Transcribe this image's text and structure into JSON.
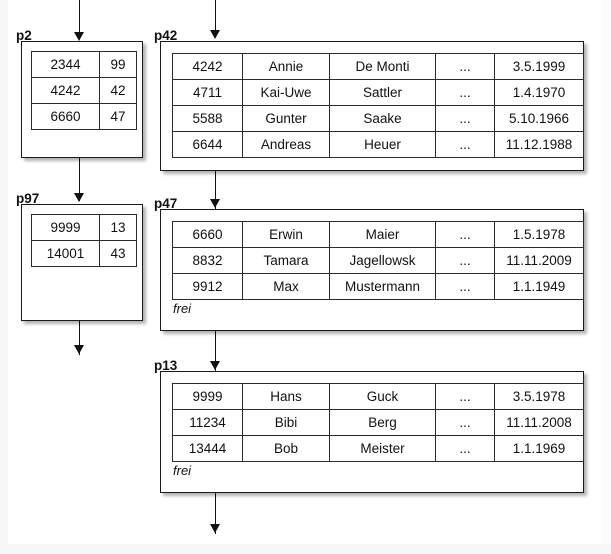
{
  "diagram": {
    "title": "B-tree / hash directory with data pages",
    "background_color": "#ffffff",
    "line_color": "#111111",
    "box_border_color": "#1a1a1a"
  },
  "pages": [
    {
      "id": "p2",
      "label": "p2",
      "kind": "directory",
      "columns": 2,
      "rows": [
        {
          "key": "2344",
          "pointer": "99"
        },
        {
          "key": "4242",
          "pointer": "42"
        },
        {
          "key": "6660",
          "pointer": "47"
        }
      ],
      "free_label": null
    },
    {
      "id": "p97",
      "label": "p97",
      "kind": "directory",
      "columns": 2,
      "rows": [
        {
          "key": "9999",
          "pointer": "13"
        },
        {
          "key": "14001",
          "pointer": "43"
        }
      ],
      "free_label": null
    },
    {
      "id": "p42",
      "label": "p42",
      "kind": "data",
      "columns": 5,
      "rows": [
        {
          "id": "4242",
          "first_name": "Annie",
          "last_name": "De Monti",
          "more": "...",
          "date": "3.5.1999"
        },
        {
          "id": "4711",
          "first_name": "Kai-Uwe",
          "last_name": "Sattler",
          "more": "...",
          "date": "1.4.1970"
        },
        {
          "id": "5588",
          "first_name": "Gunter",
          "last_name": "Saake",
          "more": "...",
          "date": "5.10.1966"
        },
        {
          "id": "6644",
          "first_name": "Andreas",
          "last_name": "Heuer",
          "more": "...",
          "date": "11.12.1988"
        }
      ],
      "free_label": null
    },
    {
      "id": "p47",
      "label": "p47",
      "kind": "data",
      "columns": 5,
      "rows": [
        {
          "id": "6660",
          "first_name": "Erwin",
          "last_name": "Maier",
          "more": "...",
          "date": "1.5.1978"
        },
        {
          "id": "8832",
          "first_name": "Tamara",
          "last_name": "Jagellowsk",
          "more": "...",
          "date": "11.11.2009"
        },
        {
          "id": "9912",
          "first_name": "Max",
          "last_name": "Mustermann",
          "more": "...",
          "date": "1.1.1949"
        }
      ],
      "free_label": "frei"
    },
    {
      "id": "p13",
      "label": "p13",
      "kind": "data",
      "columns": 5,
      "rows": [
        {
          "id": "9999",
          "first_name": "Hans",
          "last_name": "Guck",
          "more": "...",
          "date": "3.5.1978"
        },
        {
          "id": "11234",
          "first_name": "Bibi",
          "last_name": "Berg",
          "more": "...",
          "date": "11.11.2008"
        },
        {
          "id": "13444",
          "first_name": "Bob",
          "last_name": "Meister",
          "more": "...",
          "date": "1.1.1969"
        }
      ],
      "free_label": "frei"
    }
  ],
  "arrows": [
    {
      "name": "arrow-into-p2",
      "from": "top-edge",
      "to": "p2"
    },
    {
      "name": "arrow-p2-to-p97",
      "from": "p2",
      "to": "p97"
    },
    {
      "name": "arrow-p97-down",
      "from": "p97",
      "to": "below"
    },
    {
      "name": "arrow-into-p42",
      "from": "top-edge",
      "to": "p42"
    },
    {
      "name": "arrow-p42-to-p47",
      "from": "p42",
      "to": "p47"
    },
    {
      "name": "arrow-p47-to-p13",
      "from": "p47",
      "to": "p13"
    },
    {
      "name": "arrow-p13-down",
      "from": "p13",
      "to": "below"
    }
  ]
}
